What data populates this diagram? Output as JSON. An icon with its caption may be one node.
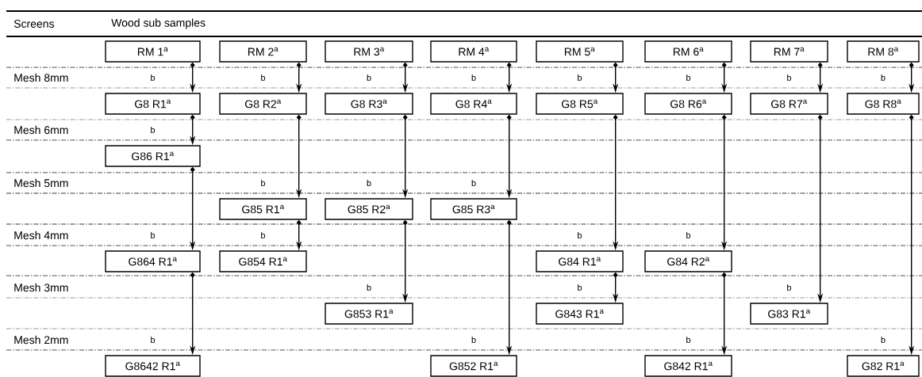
{
  "diagram": {
    "nodes": [
      {
        "text": [
          "RM 1$^{a}$"
        ]
      },
      {
        "text": [
          "RM 2$^{a}$"
        ]
      },
      {
        "text": [
          "RM 3$^{a}$"
        ]
      },
      {
        "text": [
          "RM 4$^{a}$"
        ]
      },
      {
        "text": [
          "RM 5$^{a}$"
        ]
      },
      {
        "text": [
          "RM 6$^{a}$"
        ]
      },
      {
        "text": [
          "RM 7$^{a}$"
        ]
      },
      {
        "text": [
          "RM 8$^{a}$"
        ]
      },
      {
        "text": [
          "G8 R1$^{a}$"
        ]
      },
      {
        "text": [
          "G8 R2$^{a}$"
        ]
      },
      {
        "text": [
          "G8 R3$^{a}$"
        ]
      },
      {
        "text": [
          "G8 R4$^{a}$"
        ]
      },
      {
        "text": [
          "G8 R5$^{a}$"
        ]
      },
      {
        "text": [
          "G8 R6$^{a}$"
        ]
      },
      {
        "text": [
          "G8 R7$^{a}$"
        ]
      },
      {
        "text": [
          "G8 R8$^{a}$"
        ]
      },
      {
        "text": [
          "G86 R1$^{a}$"
        ]
      },
      {
        "text": [
          "G85 R1$^{a}$"
        ]
      },
      {
        "text": [
          "G85 R2$^{a}$"
        ]
      },
      {
        "text": [
          "G85 R3$^{a}$"
        ]
      },
      {
        "text": [
          "G864 R1$^{a}$"
        ]
      },
      {
        "text": [
          "G854 R1$^{a}$"
        ]
      },
      {
        "text": [
          "G84 R1$^{a}$"
        ]
      },
      {
        "text": [
          "G84 R2$^{a}$"
        ]
      },
      {
        "text": [
          "G853 R1$^{a}$"
        ]
      },
      {
        "text": [
          "G843 R1$^{a}$"
        ]
      },
      {
        "text": [
          "G83 R1$^{a}$"
        ]
      },
      {
        "text": [
          "G8642 R1$^{a}$"
        ]
      },
      {
        "text": [
          "G852 R1$^{a}$"
        ]
      },
      {
        "text": [
          "G842 R1$^{a}$"
        ]
      },
      {
        "text": [
          "G82 R1$^{a}$"
        ]
      }
    ],
    "edges": [
      {
        "from": 0,
        "to": 8,
        "arrow": "to"
      },
      {
        "from": 1,
        "to": 9,
        "arrow": "to"
      },
      {
        "from": 2,
        "to": 10,
        "arrow": "to"
      },
      {
        "from": 3,
        "to": 11,
        "arrow": "to"
      },
      {
        "from": 4,
        "to": 12,
        "arrow": "to"
      },
      {
        "from": 5,
        "to": 13,
        "arrow": "to"
      },
      {
        "from": 6,
        "to": 14,
        "arrow": "to"
      },
      {
        "from": 7,
        "to": 15,
        "arrow": "to"
      },
      {
        "from": 8,
        "to": 16,
        "arrow": "to"
      },
      {
        "from": 16,
        "to": 20,
        "arrow": "to"
      },
      {
        "from": 20,
        "to": 27,
        "arrow": "to"
      },
      {
        "from": 9,
        "to": 17,
        "arrow": "to"
      },
      {
        "from": 17,
        "to": 21,
        "arrow": "to"
      },
      {
        "from": 10,
        "to": 18,
        "arrow": "to"
      },
      {
        "from": 18,
        "to": 24,
        "arrow": "to"
      },
      {
        "from": 11,
        "to": 19,
        "arrow": "to"
      },
      {
        "from": 19,
        "to": 28,
        "arrow": "to"
      },
      {
        "from": 12,
        "to": 22,
        "arrow": "to"
      },
      {
        "from": 22,
        "to": 25,
        "arrow": "to"
      },
      {
        "from": 13,
        "to": 23,
        "arrow": "to"
      },
      {
        "from": 23,
        "to": 29,
        "arrow": "to"
      },
      {
        "from": 14,
        "to": 26,
        "arrow": "to"
      },
      {
        "from": 15,
        "to": 30,
        "arrow": "to"
      }
    ],
    "labels": [
      "Screens",
      "Wood sub samples",
      "Mesh 8mm",
      "b",
      "b",
      "b",
      "b",
      "b",
      "b",
      "b",
      "b",
      "Mesh 6mm",
      "b",
      "Mesh 5mm",
      "b",
      "b",
      "b",
      "Mesh 4mm",
      "b",
      "b",
      "b",
      "b",
      "Mesh 3mm",
      "b",
      "b",
      "b",
      "Mesh 2mm",
      "b",
      "b",
      "b",
      "b"
    ]
  }
}
